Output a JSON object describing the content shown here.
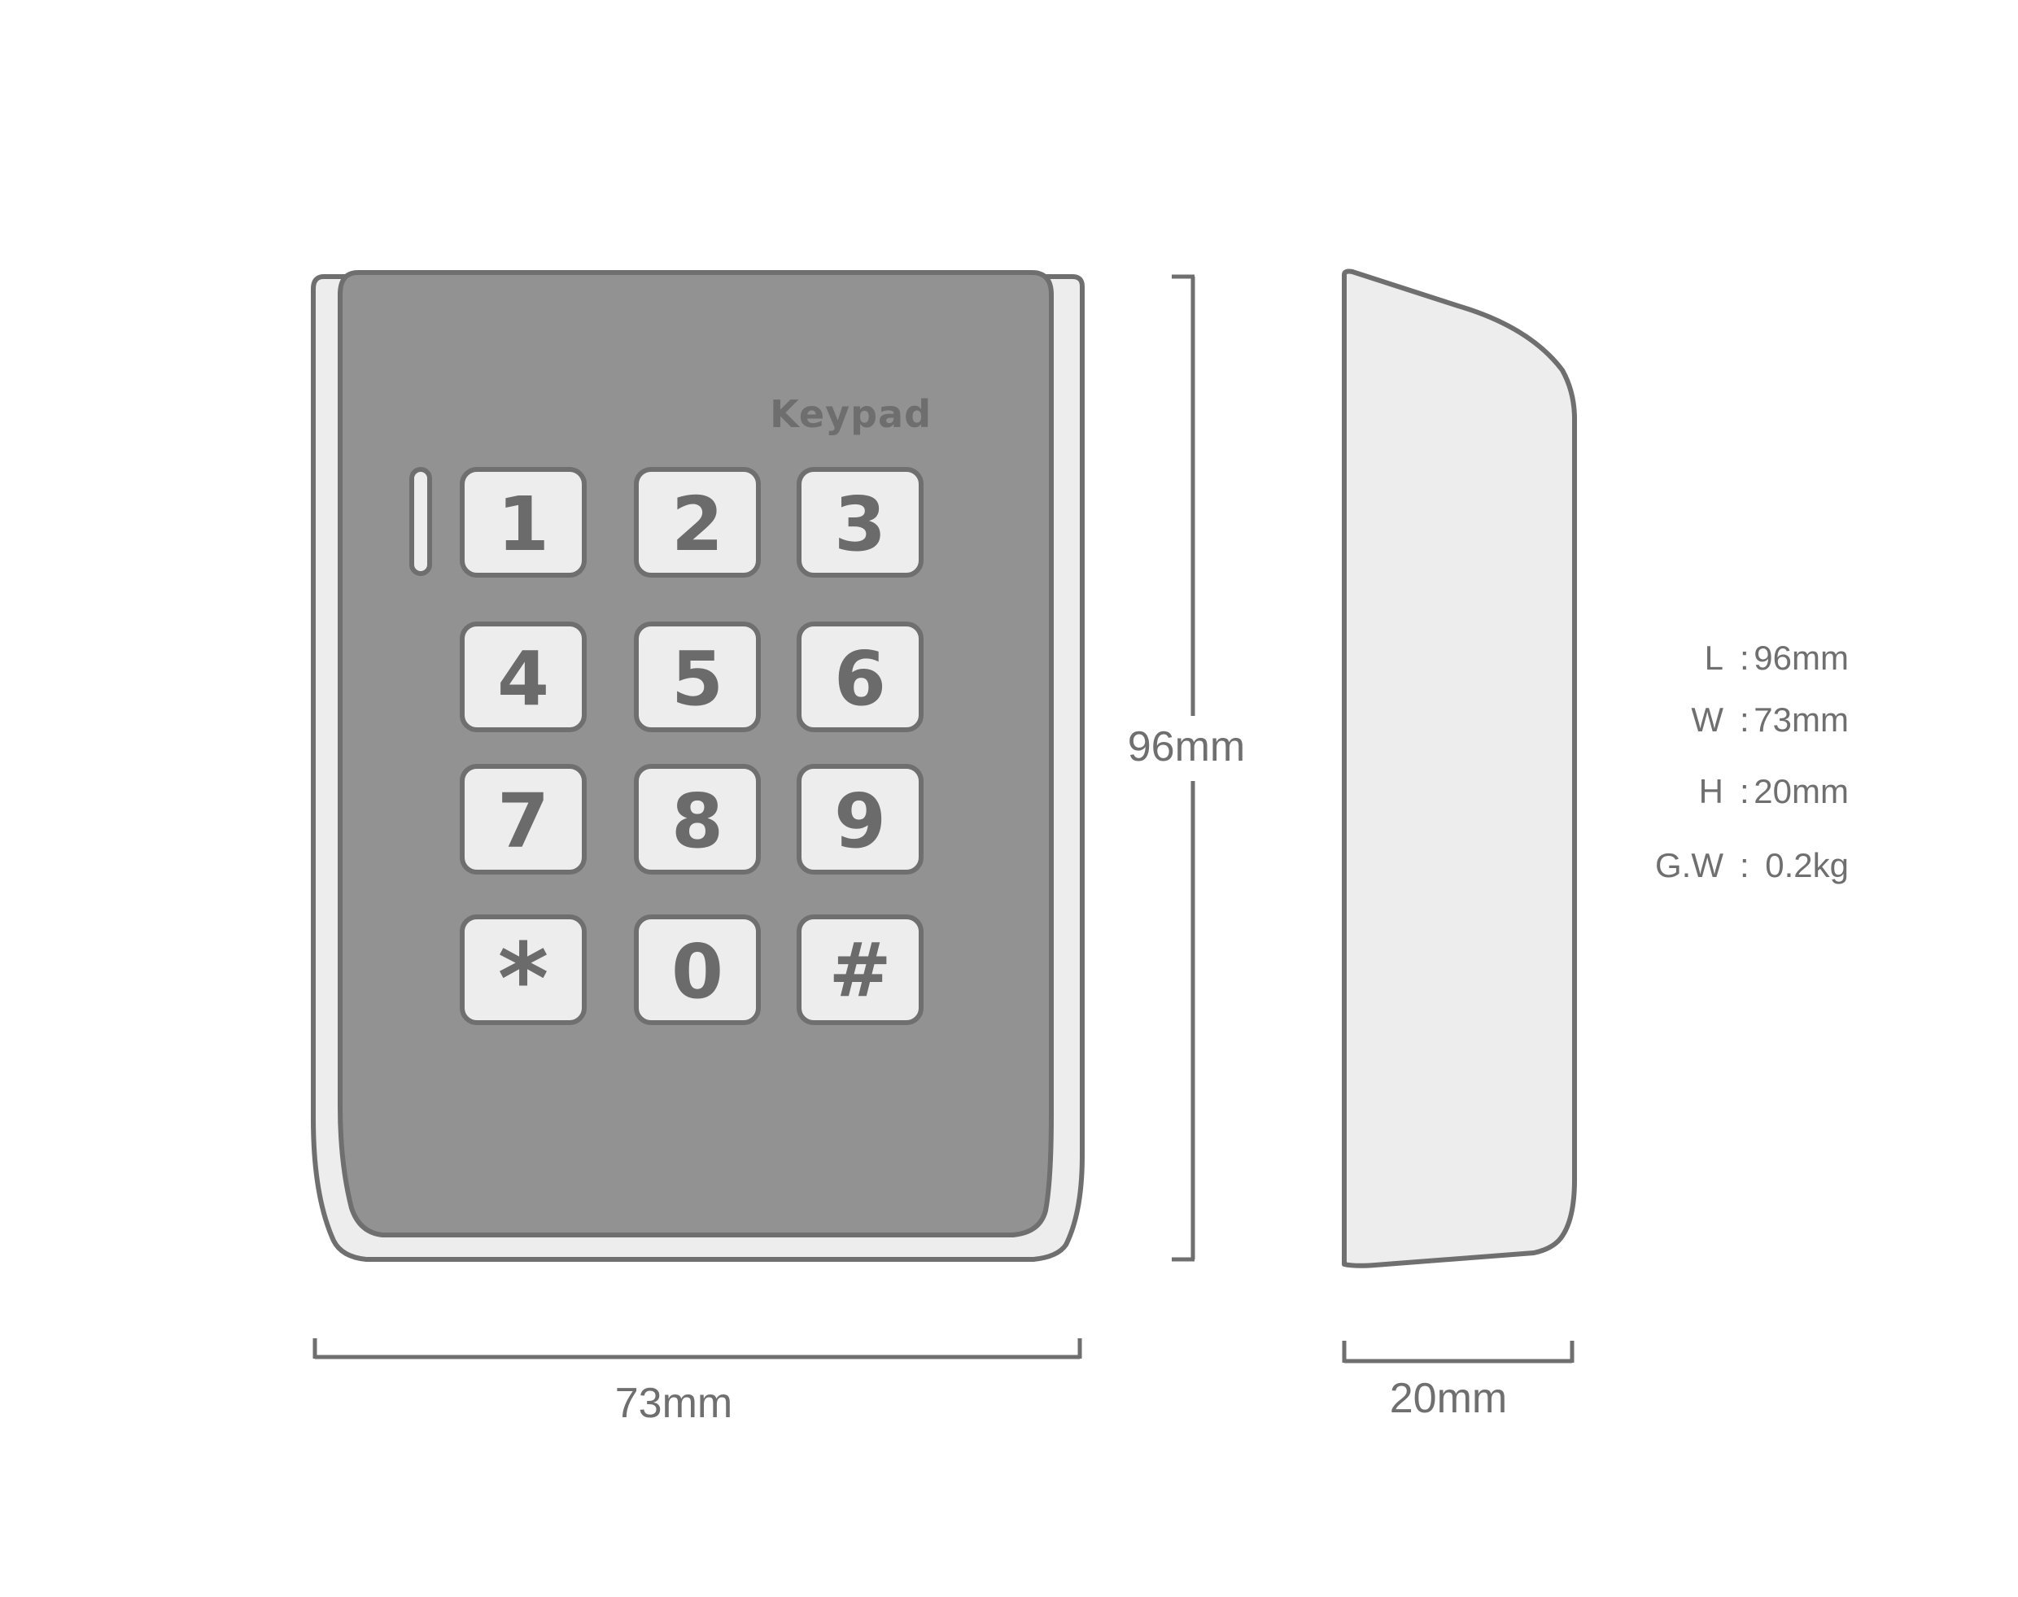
{
  "device": {
    "brand_label": "Keypad",
    "keys": [
      "1",
      "2",
      "3",
      "4",
      "5",
      "6",
      "7",
      "8",
      "9",
      "*",
      "0",
      "#"
    ]
  },
  "dimensions": {
    "height_label": "96mm",
    "width_label": "73mm",
    "depth_label": "20mm"
  },
  "specs": [
    {
      "label": "L",
      "value": "96mm"
    },
    {
      "label": "W",
      "value": "73mm"
    },
    {
      "label": "H",
      "value": "20mm"
    },
    {
      "label": "G.W",
      "value": "0.2kg"
    }
  ],
  "colors": {
    "outline": "#6f6f6f",
    "body": "#ededed",
    "face": "#929292",
    "key": "#ededed",
    "text": "#6f6f6f"
  }
}
